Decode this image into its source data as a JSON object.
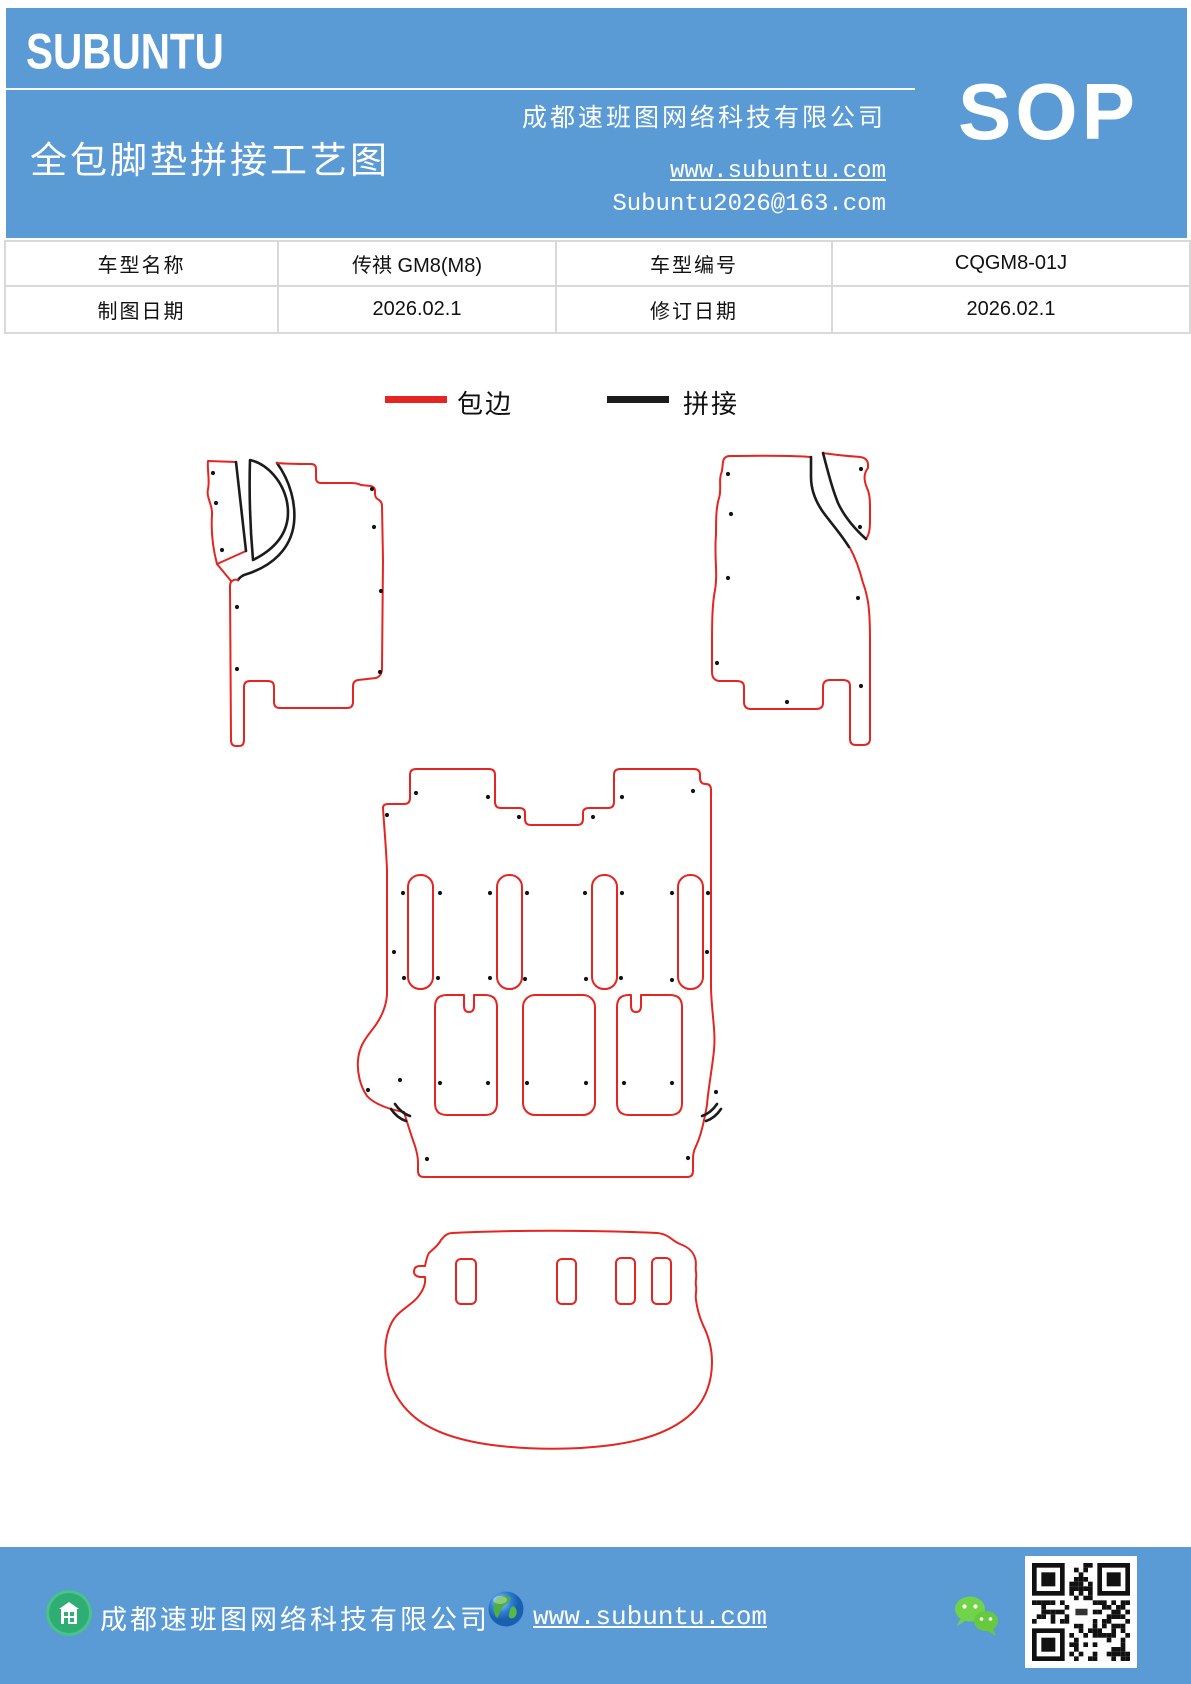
{
  "header": {
    "logo": "SUBUNTU",
    "title": "全包脚垫拼接工艺图",
    "company": "成都速班图网络科技有限公司",
    "website": "www.subuntu.com",
    "email": "Subuntu2026@163.com",
    "doc_type": "SOP",
    "band_color": "#5b9bd5"
  },
  "info_table": {
    "rows": [
      {
        "c1": "车型名称",
        "c2": "传祺 GM8(M8)",
        "c3": "车型编号",
        "c4": "CQGM8-01J"
      },
      {
        "c1": "制图日期",
        "c2": "2026.02.1",
        "c3": "修订日期",
        "c4": "2026.02.1"
      }
    ]
  },
  "legend": {
    "bind_label": "包边",
    "bind_color": "#e52521",
    "splice_label": "拼接",
    "splice_color": "#1c1c1c"
  },
  "drawing": {
    "outline_color": "#e52521",
    "splice_color": "#1c1c1c",
    "pieces": [
      "driver-front-mat",
      "passenger-front-mat",
      "middle-row-full-mat",
      "trunk-mat"
    ]
  },
  "footer": {
    "company": "成都速班图网络科技有限公司",
    "website": "www.subuntu.com"
  }
}
